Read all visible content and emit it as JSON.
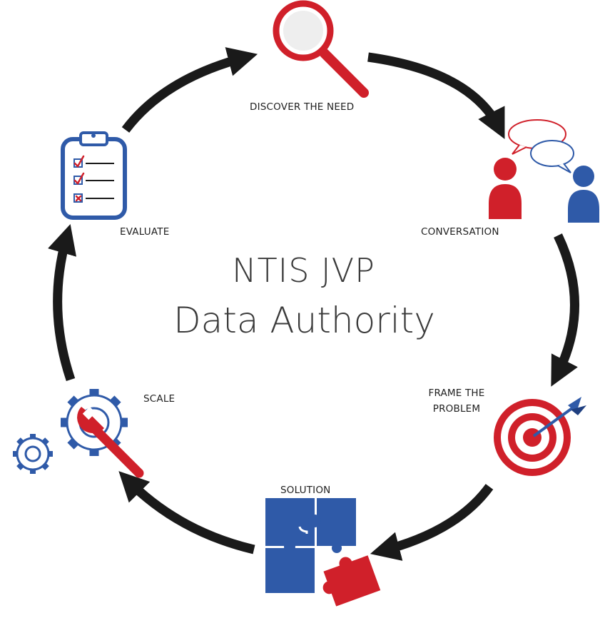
{
  "title": {
    "line1": "NTIS JVP",
    "line2": "Data Authority"
  },
  "stages": {
    "discover": "DISCOVER THE NEED",
    "conversation": "CONVERSATION",
    "frame_line1": "FRAME THE",
    "frame_line2": "PROBLEM",
    "solution": "SOLUTION",
    "scale": "SCALE",
    "evaluate": "EVALUATE"
  },
  "colors": {
    "red": "#d0202a",
    "blue": "#2f5aa8",
    "arrow": "#1a1a1a"
  },
  "icons": [
    "magnifier-icon",
    "people-conversation-icon",
    "target-icon",
    "puzzle-icon",
    "gears-wrench-icon",
    "clipboard-checklist-icon"
  ]
}
